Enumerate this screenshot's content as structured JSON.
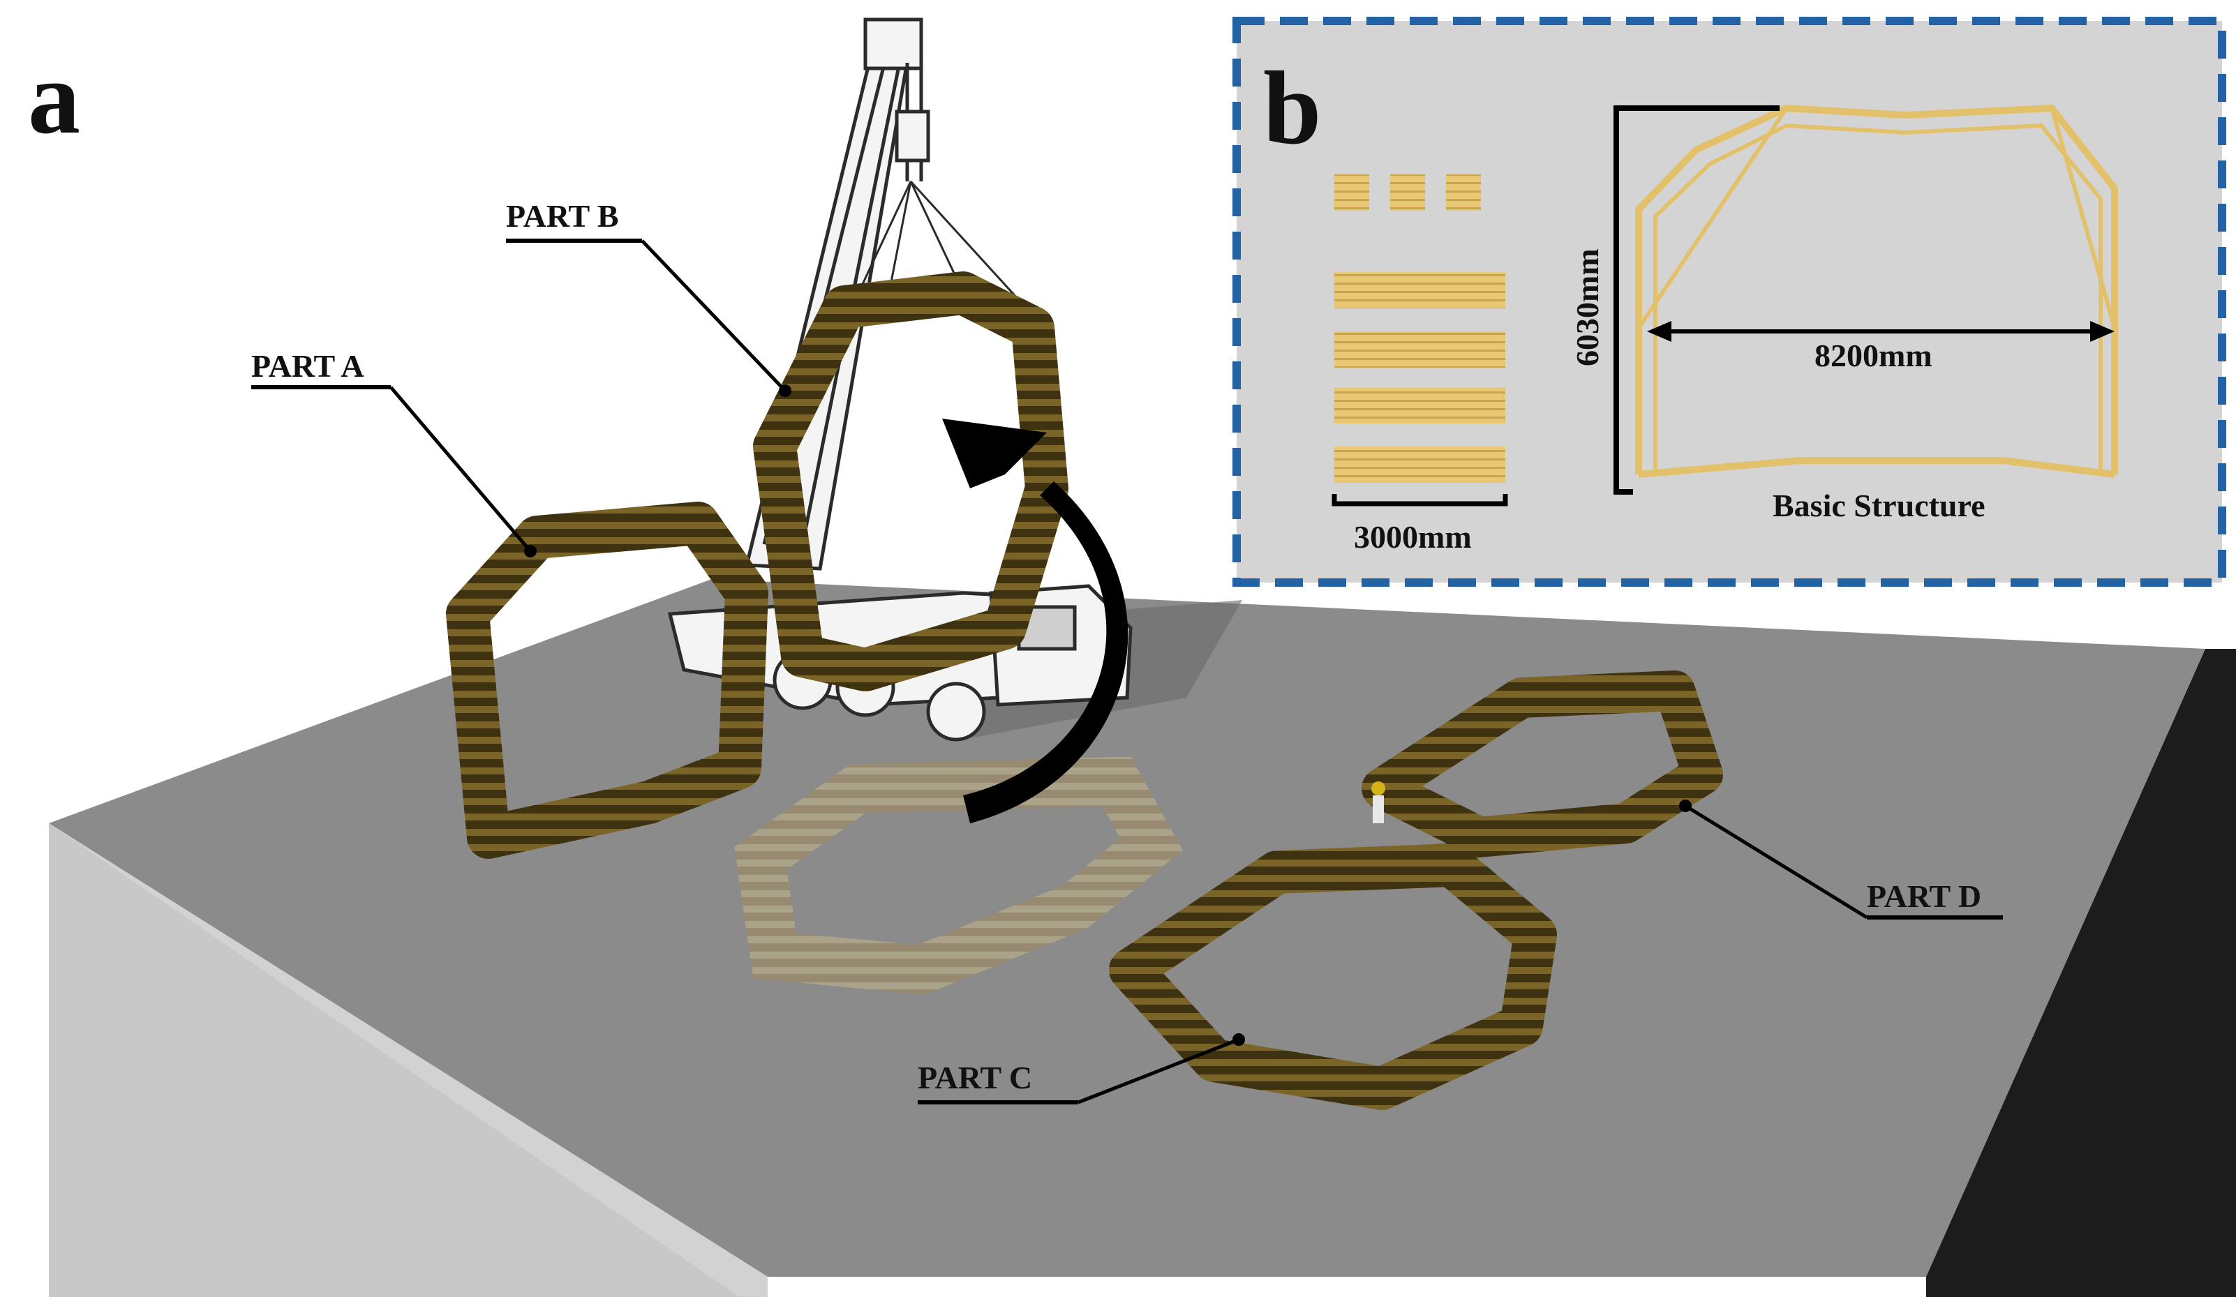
{
  "panel_a": {
    "letter": "a",
    "labels": {
      "part_a": "PART A",
      "part_b": "PART B",
      "part_c": "PART C",
      "part_d": "PART D"
    }
  },
  "panel_b": {
    "letter": "b",
    "height_dimension": "6030mm",
    "span_dimension": "8200mm",
    "module_dimension": "3000mm",
    "caption": "Basic Structure"
  },
  "colors": {
    "timber_dark": "#4a3a10",
    "timber_light": "#e6c572",
    "ground_top": "#8b8b8b",
    "ground_side": "#d0d0d0",
    "inset_border": "#2462a6",
    "inset_fill": "#d4d4d4"
  }
}
